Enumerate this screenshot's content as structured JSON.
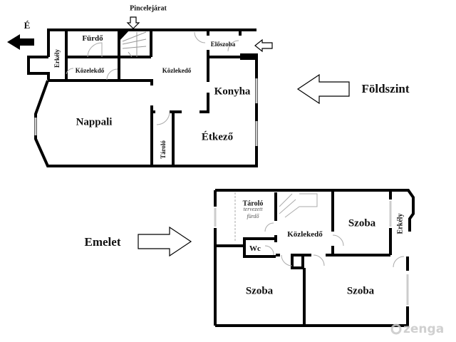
{
  "north_label": "É",
  "basement_entrance_label": "Pincelejárat",
  "ground_floor": {
    "title": "Földszint",
    "rooms": {
      "bathroom": "Fürdő",
      "hallway_small": "Közelekdő",
      "balcony": "Erkély",
      "hallway": "Közlekedő",
      "entry": "Előszoba",
      "kitchen": "Konyha",
      "living_room": "Nappali",
      "storage": "Tároló",
      "dining": "Étkező"
    }
  },
  "upper_floor": {
    "title": "Emelet",
    "rooms": {
      "storage": "Tároló",
      "storage_note": "tervezett fürdő",
      "hallway": "Közlekedő",
      "wc": "Wc",
      "room_top_right": "Szoba",
      "balcony": "Erkély",
      "room_bottom_left": "Szoba",
      "room_bottom_right": "Szoba"
    }
  },
  "watermark": "zenga"
}
